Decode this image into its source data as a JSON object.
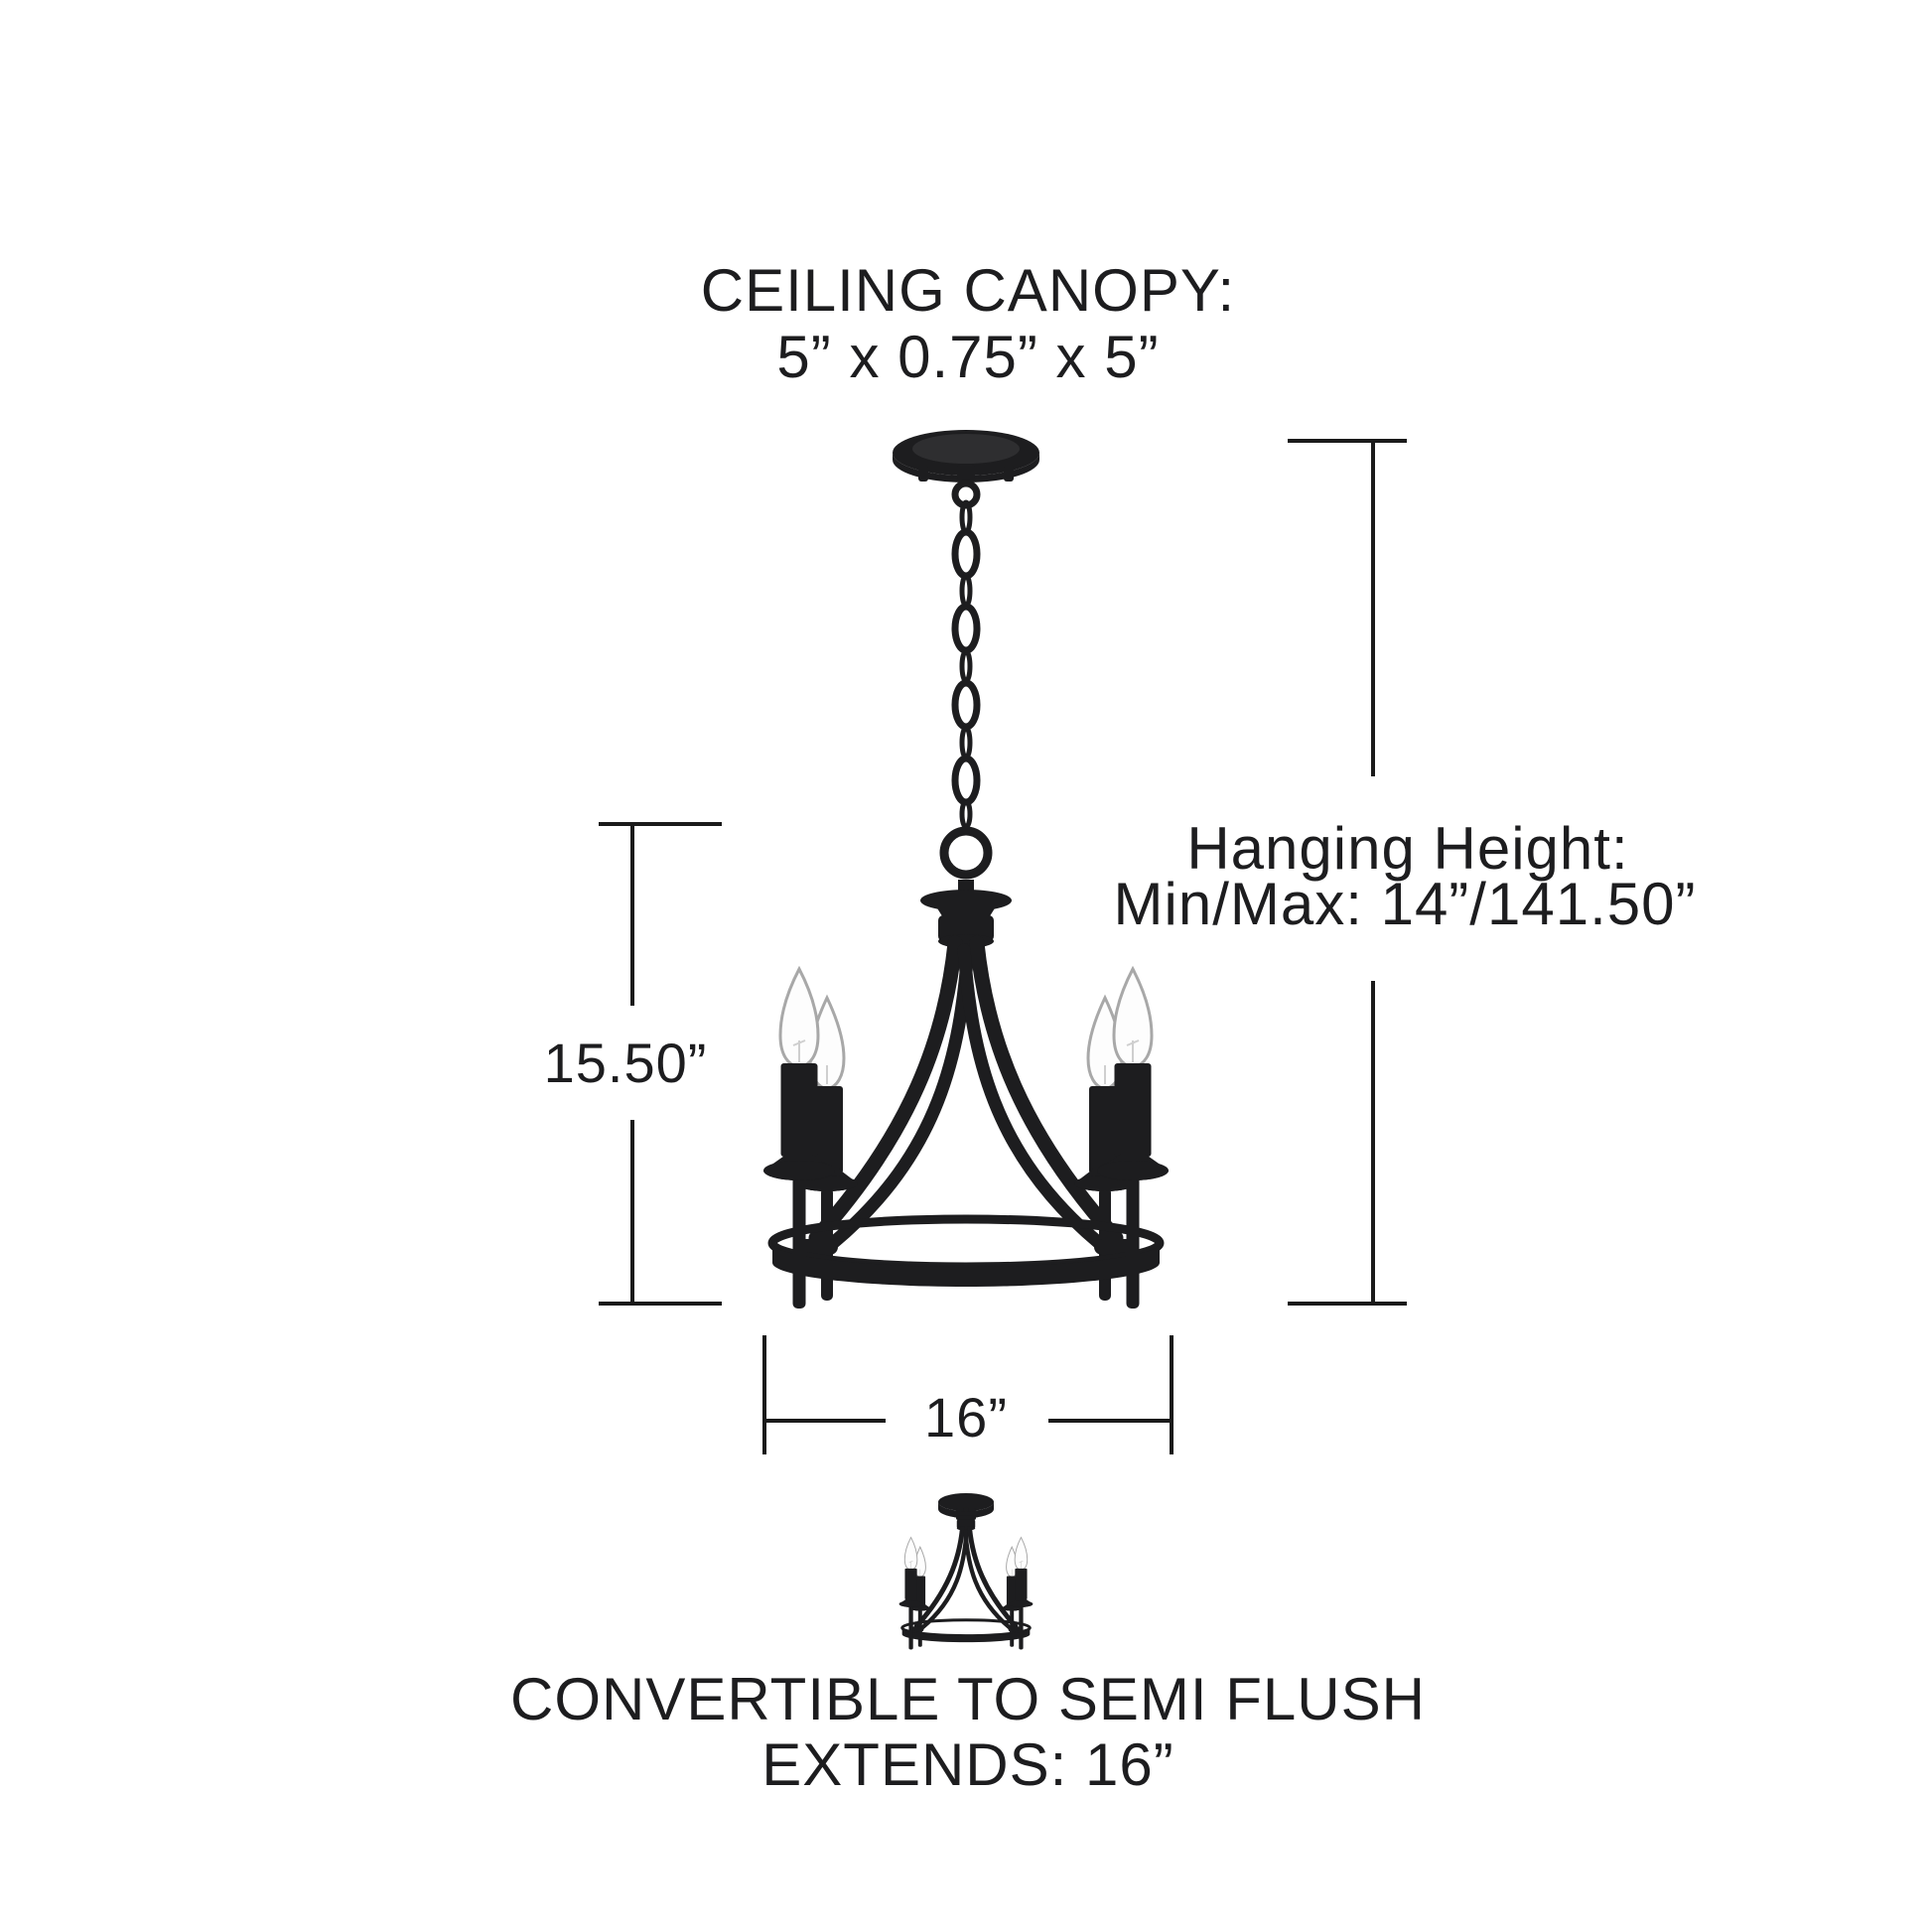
{
  "page": {
    "background_color": "#ffffff",
    "text_color": "#1d1d1f",
    "dimension_line_color": "#1a1a1a",
    "fixture_color": "#1d1d1f",
    "bulb_color": "#ffffff"
  },
  "annotations": {
    "ceiling_canopy": {
      "title": "CEILING CANOPY:",
      "value": "5” x 0.75” x 5”"
    },
    "hanging_height": {
      "title": "Hanging Height:",
      "value": "Min/Max: 14”/141.50”"
    },
    "fixture_height": {
      "value": "15.50”"
    },
    "fixture_width": {
      "value": "16”"
    },
    "semi_flush": {
      "title": "CONVERTIBLE TO SEMI FLUSH",
      "value": "EXTENDS: 16”"
    }
  }
}
